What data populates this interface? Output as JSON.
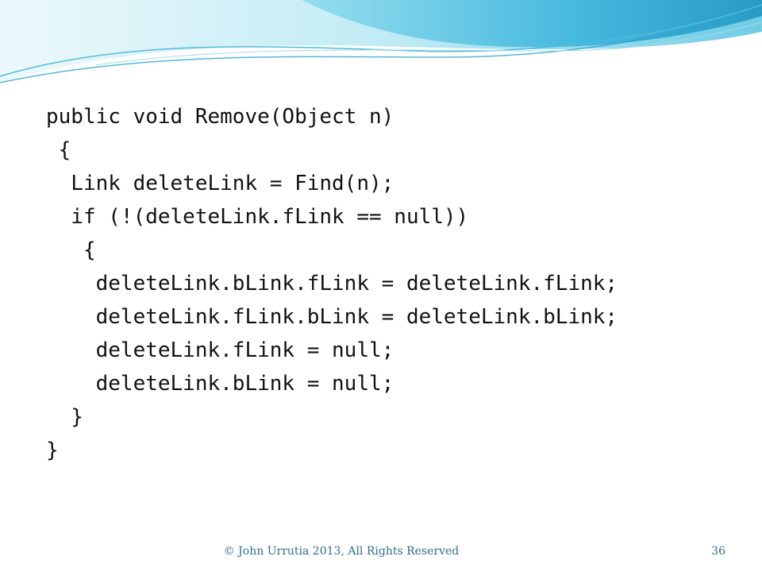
{
  "slide": {
    "code_lines": [
      "public void Remove(Object n)",
      " {",
      "  Link deleteLink = Find(n);",
      "  if (!(deleteLink.fLink == null))",
      "   {",
      "    deleteLink.bLink.fLink = deleteLink.fLink;",
      "    deleteLink.fLink.bLink = deleteLink.bLink;",
      "    deleteLink.fLink = null;",
      "    deleteLink.bLink = null;",
      "  }",
      "}"
    ]
  },
  "footer": {
    "copyright": "© John Urrutia 2013, All Rights Reserved",
    "page_number": "36"
  },
  "colors": {
    "wave_light": "#d7f1f7",
    "wave_mid": "#6ed0e6",
    "wave_dark": "#1f95c4",
    "footer_text": "#2f6d8c"
  }
}
